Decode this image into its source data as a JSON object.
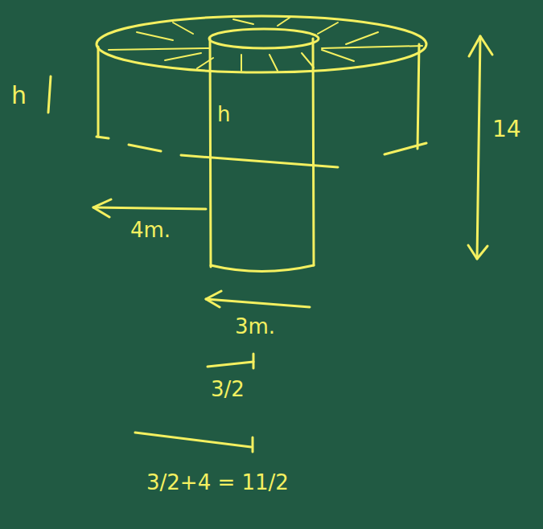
{
  "diagram": {
    "labels": [
      "h",
      "h",
      "14",
      "4m.",
      "3m.",
      "3/2",
      "3/2+4 = 11/2"
    ]
  }
}
